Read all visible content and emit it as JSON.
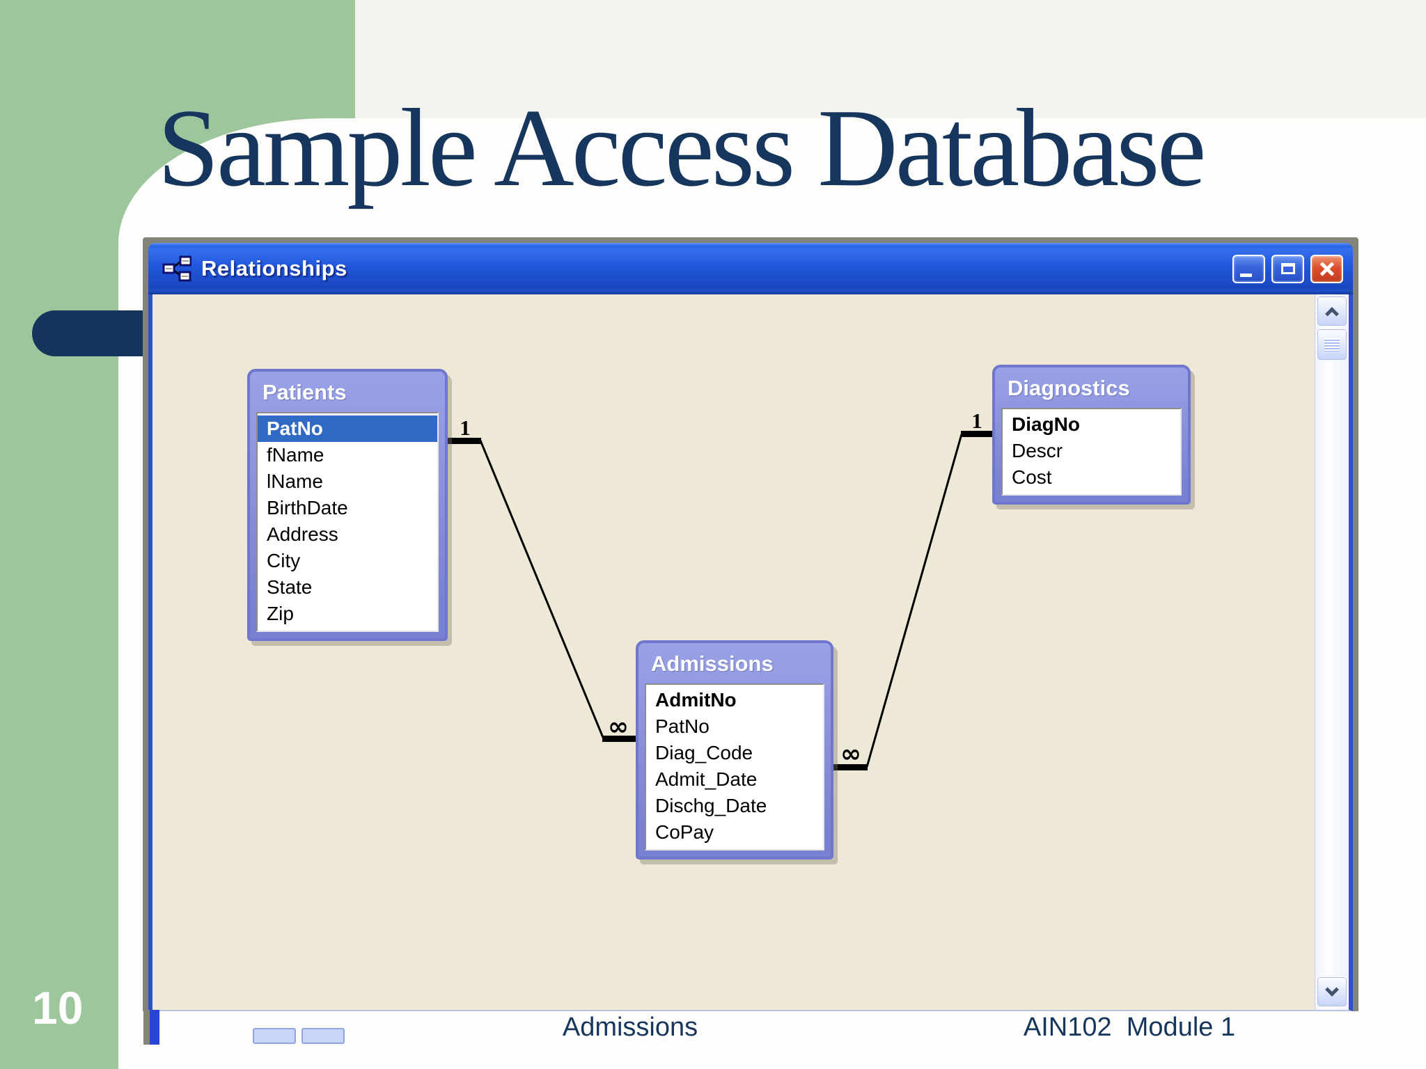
{
  "slide": {
    "title": "Sample Access Database",
    "page_number": "10",
    "footer_center": "Admissions",
    "footer_right": "AIN102  Module 1"
  },
  "window": {
    "title": "Relationships"
  },
  "tables": [
    {
      "name": "Patients",
      "fields": [
        {
          "name": "PatNo",
          "primary": true,
          "selected": true
        },
        {
          "name": "fName"
        },
        {
          "name": "lName"
        },
        {
          "name": "BirthDate"
        },
        {
          "name": "Address"
        },
        {
          "name": "City"
        },
        {
          "name": "State"
        },
        {
          "name": "Zip"
        }
      ]
    },
    {
      "name": "Admissions",
      "fields": [
        {
          "name": "AdmitNo",
          "primary": true
        },
        {
          "name": "PatNo"
        },
        {
          "name": "Diag_Code"
        },
        {
          "name": "Admit_Date"
        },
        {
          "name": "Dischg_Date"
        },
        {
          "name": "CoPay"
        }
      ]
    },
    {
      "name": "Diagnostics",
      "fields": [
        {
          "name": "DiagNo",
          "primary": true
        },
        {
          "name": "Descr"
        },
        {
          "name": "Cost"
        }
      ]
    }
  ],
  "relationships": [
    {
      "from_table": "Patients",
      "from_cardinality": "1",
      "to_table": "Admissions",
      "to_cardinality": "∞"
    },
    {
      "from_table": "Diagnostics",
      "from_cardinality": "1",
      "to_table": "Admissions",
      "to_cardinality": "∞"
    }
  ],
  "colors": {
    "slide_green": "#9DC69C",
    "accent_navy": "#17365D",
    "titlebar_blue": "#2157DC",
    "close_red": "#DD4F2E",
    "canvas_beige": "#EDE9D6",
    "table_border_purple": "#7075CD",
    "table_header_periwinkle": "#8A92DC",
    "selected_row_blue": "#316AC5",
    "window_frame_gray": "#84837A"
  }
}
